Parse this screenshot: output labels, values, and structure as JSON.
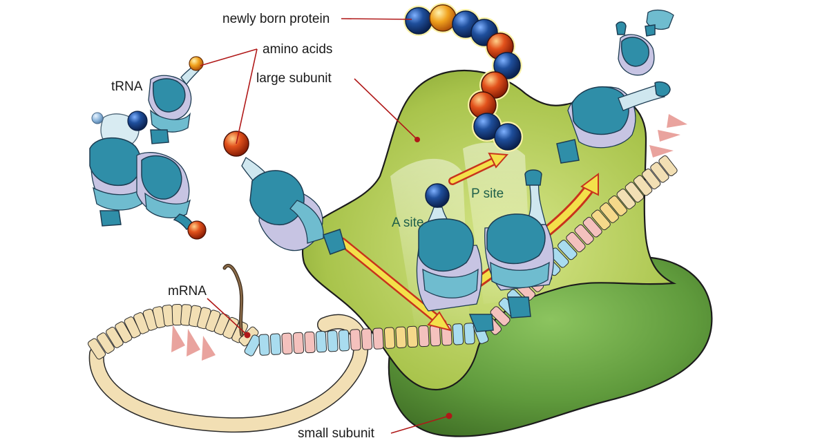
{
  "labels": {
    "newly_born_protein": "newly born protein",
    "amino_acids": "amino acids",
    "large_subunit": "large subunit",
    "trna": "tRNA",
    "a_site": "A site",
    "p_site": "P site",
    "mrna": "mRNA",
    "small_subunit": "small subunit"
  },
  "colors": {
    "large_subunit": "#a9c44c",
    "small_subunit": "#5f9a3c",
    "trna": "#2f8ea8",
    "amino_acid_blue": "#1f4f9c",
    "amino_acid_orange": "#e2521c",
    "amino_acid_yellow": "#f0a21e",
    "leader_line": "#b01818",
    "arrow": "#f3e04a",
    "mrna_beige": "#f2dfb4",
    "mrna_blue": "#a9dcef",
    "mrna_pink": "#f4c1bd",
    "mrna_yellow": "#f5d98a"
  }
}
